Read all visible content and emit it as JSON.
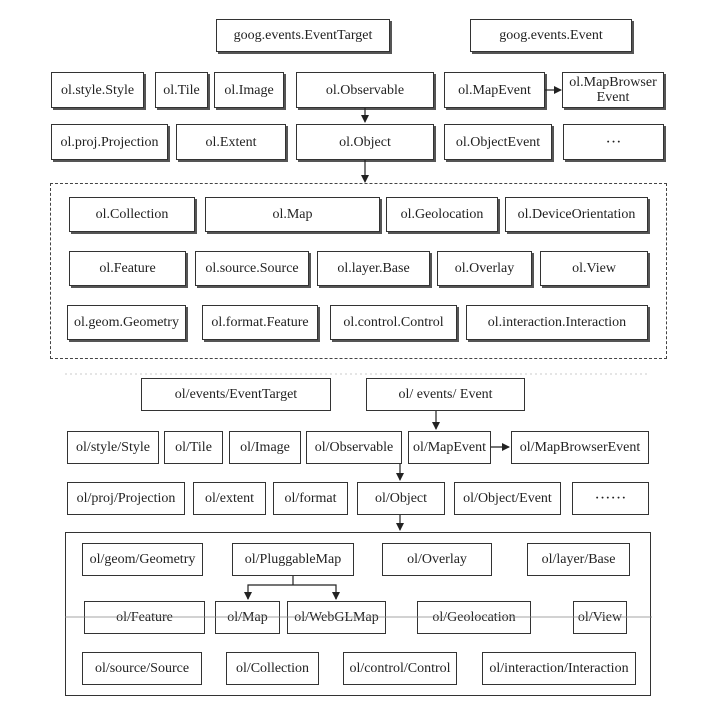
{
  "top_section": {
    "row1": [
      "goog.events.EventTarget",
      "goog.events.Event"
    ],
    "row2": [
      "ol.style.Style",
      "ol.Tile",
      "ol.Image",
      "ol.Observable",
      "ol.MapEvent",
      "ol.MapBrowser Event"
    ],
    "row3": [
      "ol.proj.Projection",
      "ol.Extent",
      "ol.Object",
      "ol.ObjectEvent",
      "···"
    ],
    "group": [
      [
        "ol.Collection",
        "ol.Map",
        "ol.Geolocation",
        "ol.DeviceOrientation"
      ],
      [
        "ol.Feature",
        "ol.source.Source",
        "ol.layer.Base",
        "ol.Overlay",
        "ol.View"
      ],
      [
        "ol.geom.Geometry",
        "ol.format.Feature",
        "ol.control.Control",
        "ol.interaction.Interaction"
      ]
    ]
  },
  "bottom_section": {
    "row1": [
      "ol/events/EventTarget",
      "ol/ events/ Event"
    ],
    "row2": [
      "ol/style/Style",
      "ol/Tile",
      "ol/Image",
      "ol/Observable",
      "ol/MapEvent",
      "ol/MapBrowserEvent"
    ],
    "row3": [
      "ol/proj/Projection",
      "ol/extent",
      "ol/format",
      "ol/Object",
      "ol/Object/Event",
      "······"
    ],
    "group": [
      [
        "ol/geom/Geometry",
        "ol/PluggableMap",
        "ol/Overlay",
        "ol/layer/Base"
      ],
      [
        "ol/Feature",
        "ol/Map",
        "ol/WebGLMap",
        "ol/Geolocation",
        "ol/View"
      ],
      [
        "ol/source/Source",
        "ol/Collection",
        "ol/control/Control",
        "ol/interaction/Interaction"
      ]
    ]
  }
}
